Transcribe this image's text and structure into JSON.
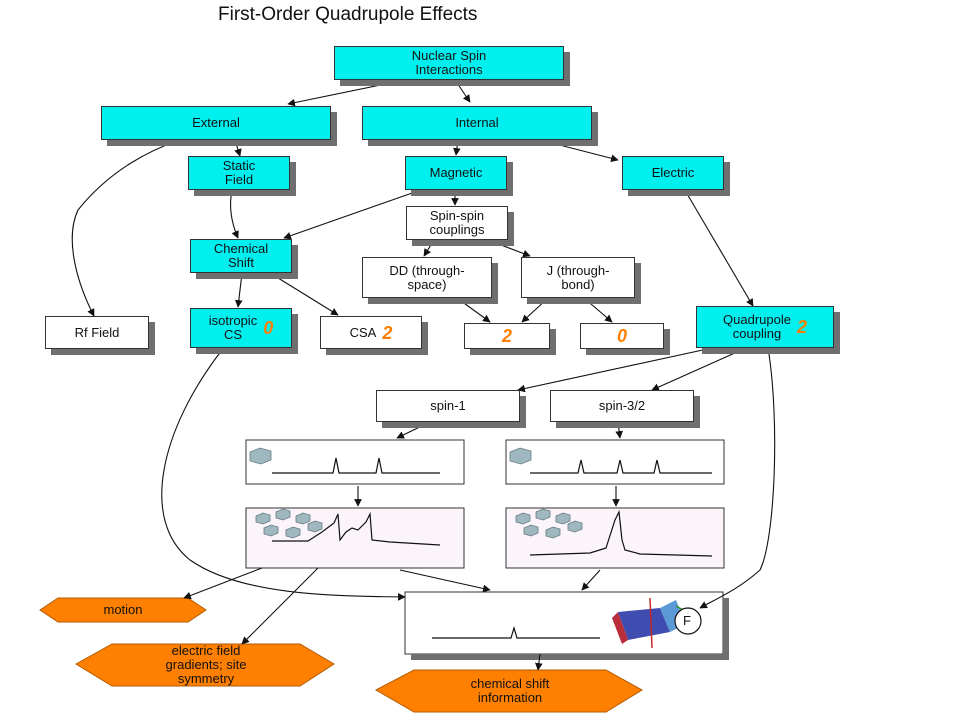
{
  "title": "First-Order Quadrupole Effects",
  "nodes": {
    "nuclear": "Nuclear Spin\nInteractions",
    "external": "External",
    "internal": "Internal",
    "static_field": "Static\nField",
    "magnetic": "Magnetic",
    "electric": "Electric",
    "spin_spin": "Spin-spin\ncouplings",
    "chemical_shift": "Chemical\nShift",
    "dd": "DD (through-\nspace)",
    "j": "J (through-\nbond)",
    "rf_field": "Rf Field",
    "isotropic_cs": "isotropic\nCS",
    "isotropic_cs_num": "0",
    "csa": "CSA",
    "csa_num": "2",
    "dd_num": "2",
    "j_num": "0",
    "quadrupole": "Quadrupole\ncoupling",
    "quadrupole_num": "2",
    "spin1": "spin-1",
    "spin32": "spin-3/2"
  },
  "outputs": {
    "motion": "motion",
    "efg": "electric field\ngradients; site\nsymmetry",
    "chemical_shift_info": "chemical shift\ninformation"
  },
  "rotor_label": "F",
  "colors": {
    "cyan": "#00f0f0",
    "orange": "#ff8000",
    "shadow": "#6f6f6f"
  }
}
